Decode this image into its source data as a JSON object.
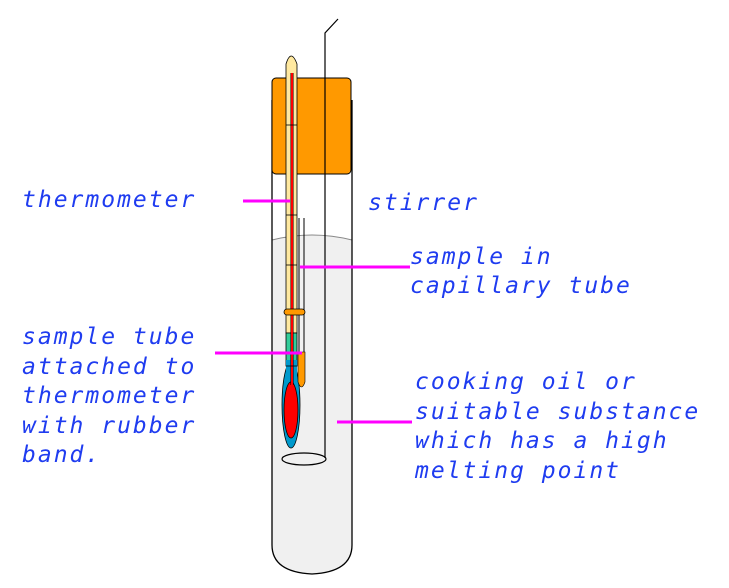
{
  "colors": {
    "label": "#1f3cf0",
    "pointer": "#ff00ff",
    "stopper": "#ff9900",
    "thermometer_stem": "#ffe9a0",
    "mercury": "#ff0000",
    "bulb": "#0099cc",
    "sample_zone": "#33cc99",
    "oil": "#f0f0f0",
    "sample": "#ff9900"
  },
  "labels": {
    "thermometer": "thermometer",
    "stirrer": "stirrer",
    "capillary": [
      "sample in",
      "capillary tube"
    ],
    "sample_tube": [
      "sample tube",
      "attached to",
      "thermometer",
      "with rubber",
      "band."
    ],
    "oil": [
      "cooking oil or",
      "suitable substance",
      "which has a high",
      "melting point"
    ]
  }
}
